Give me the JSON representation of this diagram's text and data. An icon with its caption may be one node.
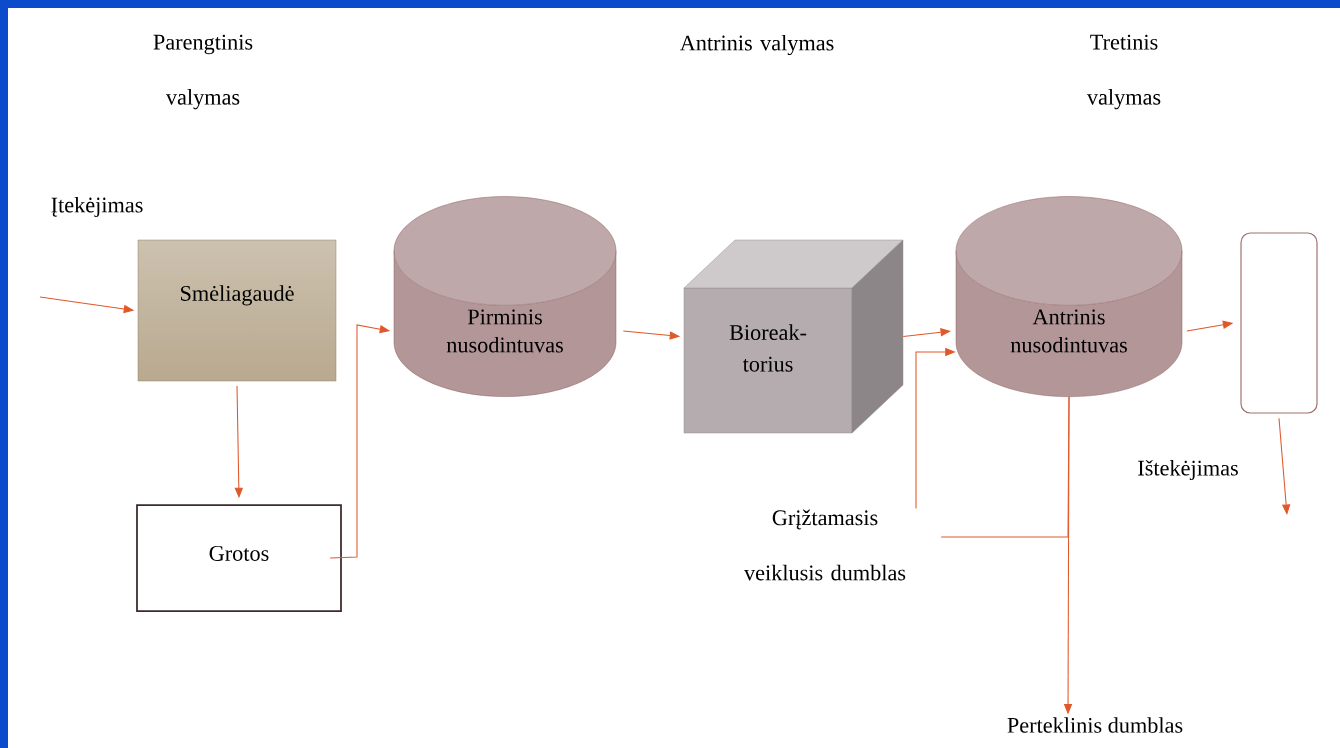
{
  "diagram": {
    "nodes": [
      {
        "text": [
          "Smėliagaudė"
        ]
      },
      {
        "text": [
          "Pirminis nusodintuvas"
        ]
      },
      {
        "text": [
          "Bioreak- torius"
        ]
      },
      {
        "text": [
          "Antrinis nusodintuvas"
        ]
      },
      {
        "text": [],
        "shape": "box"
      },
      {
        "text": [
          "Grotos"
        ]
      },
      {
        "text": [
          "Perteklinis dumblas"
        ]
      }
    ],
    "edges": [
      {
        "from": null,
        "to": 0,
        "arrow": "to"
      },
      {
        "from": 0,
        "to": 5,
        "arrow": "to"
      },
      {
        "from": 5,
        "to": 1,
        "arrow": "to"
      },
      {
        "from": 1,
        "to": 2,
        "arrow": "to"
      },
      {
        "from": 2,
        "to": 3,
        "arrow": "to"
      },
      {
        "from": 3,
        "to": 3,
        "arrow": "to",
        "label": "Grįžtamasis veiklusis dumblas"
      },
      {
        "from": 3,
        "to": 6,
        "arrow": "to"
      },
      {
        "from": 3,
        "to": 4,
        "arrow": "to"
      },
      {
        "from": 4,
        "to": null,
        "arrow": "to"
      }
    ],
    "labels": [
      "Parengtinis valymas",
      "Antrinis valymas",
      "Tretinis valymas",
      "Įtekėjimas",
      "Ištekėjimas"
    ]
  }
}
